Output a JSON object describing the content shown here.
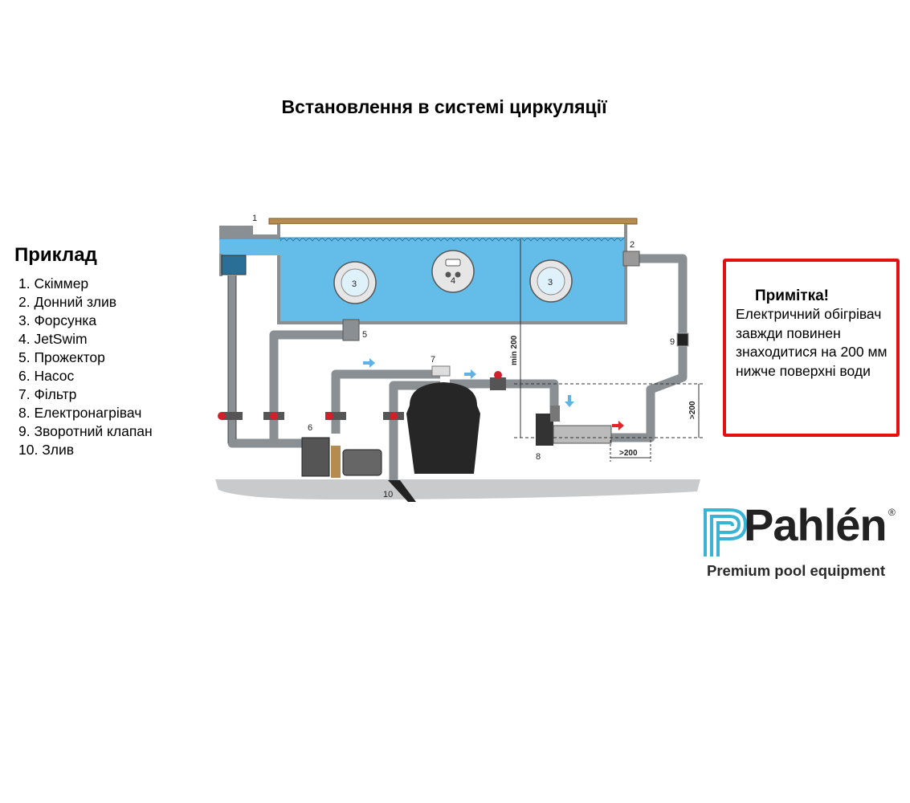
{
  "title": "Встановлення в системі циркуляції",
  "legend": {
    "heading": "Приклад",
    "items": [
      "1. Скіммер",
      "2. Донний злив",
      "3. Форсунка",
      "4. JetSwim",
      "5. Прожектор",
      "6. Насос",
      "7. Фільтр",
      "8. Електронагрівач",
      "9. Зворотний клапан",
      "10. Злив"
    ]
  },
  "note": {
    "title": "Примітка!",
    "body": "Електричний обігрівач завжди повинен знаходитися на 200 мм нижче поверхні води"
  },
  "diagram": {
    "labels": [
      "1",
      "2",
      "3",
      "4",
      "3",
      "5",
      "6",
      "7",
      "8",
      "9",
      "10"
    ],
    "dim_min": "min 200",
    "dim_vertical": ">200",
    "dim_horizontal": ">200",
    "colors": {
      "water": "#63bde8",
      "pipe": "#8a8f93",
      "valve": "#d0202a",
      "flow_arrow": "#5fb1e6",
      "hot_arrow": "#e0262b"
    }
  },
  "logo": {
    "brand": "Pahlén",
    "registered": "®",
    "tagline": "Premium pool equipment",
    "color": "#3ab3d6"
  }
}
